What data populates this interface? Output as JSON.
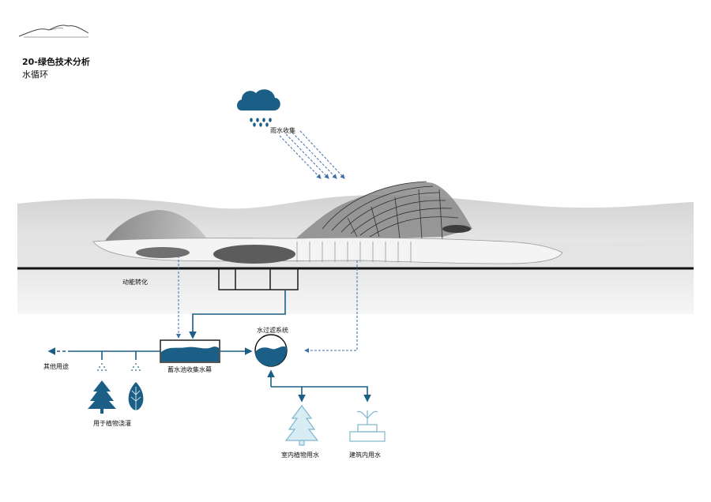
{
  "header": {
    "title": "20-绿色技术分析",
    "subtitle": "水循环"
  },
  "labels": {
    "rain": "雨水收集",
    "kinetic": "动能转化",
    "storage": "蓄水池收集水幕",
    "filter": "水过滤系统",
    "other_use": "其他用途",
    "irrigation": "用于植物浇灌",
    "indoor_plants": "室内植物用水",
    "building_water": "建筑内用水"
  },
  "colors": {
    "primary_blue": "#1c5f86",
    "light_blue": "#7fb6cf",
    "dark_line": "#1a1a1a",
    "dashed_blue": "#3f6fa6"
  },
  "icons": {
    "logo": "mountain-logo-icon",
    "rain": "rain-cloud-icon",
    "tree1": "pine-tree-icon",
    "tree2": "leaf-tree-icon",
    "indoor": "indoor-tree-icon",
    "building": "fountain-icon"
  }
}
